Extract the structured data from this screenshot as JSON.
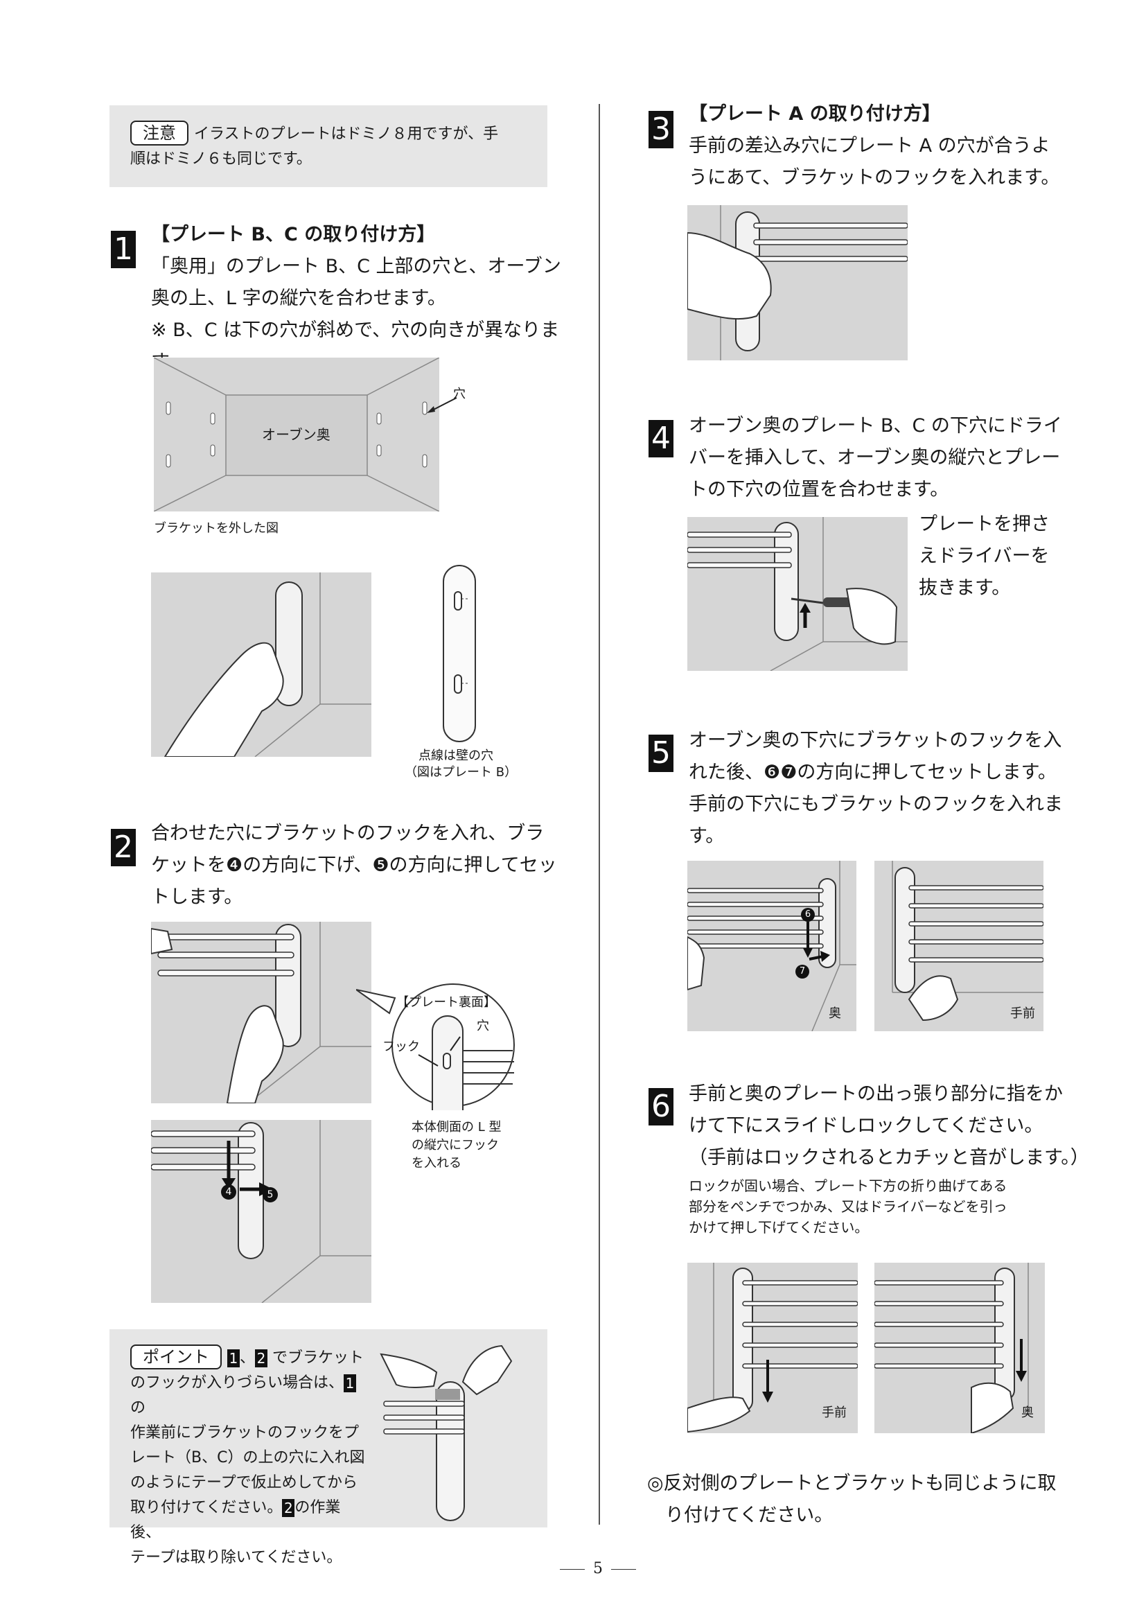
{
  "note": {
    "badge": "注意",
    "line1": "イラストのプレートはドミノ８用ですが、手",
    "line2": "順はドミノ６も同じです。"
  },
  "step1": {
    "num": "1",
    "title": "【プレート B、C の取り付け方】",
    "line1": "「奥用」のプレート B、C 上部の穴と、オーブン",
    "line2": "奥の上、L 字の縦穴を合わせます。",
    "line3": "※ B、C は下の穴が斜めで、穴の向きが異なります。",
    "oven_label": "オーブン奥",
    "hole_label": "穴",
    "caption": "ブラケットを外した図",
    "plate_caption1": "点線は壁の穴",
    "plate_caption2": "（図はプレート B）"
  },
  "step2": {
    "num": "2",
    "line1": "合わせた穴にブラケットのフックを入れ、ブラ",
    "line2": "ケットを❹の方向に下げ、❺の方向に押してセッ",
    "line3": "トします。",
    "bubble_title": "【プレート裏面】",
    "bubble_hole": "穴",
    "bubble_hook": "フック",
    "side_caption1": "本体側面の L 型",
    "side_caption2": "の縦穴にフック",
    "side_caption3": "を入れる",
    "arrow4": "4",
    "arrow5": "5"
  },
  "point": {
    "badge": "ポイント",
    "s1": "1",
    "s2": "2",
    "s3": "1",
    "s4": "2",
    "t1": "でブラケット",
    "t2": "のフックが入りづらい場合は、",
    "t3": "の",
    "t4": "作業前にブラケットのフックをプ",
    "t5": "レート（B、C）の上の穴に入れ図",
    "t6": "のようにテープで仮止めしてから",
    "t7": "取り付けてください。",
    "t8": "の作業後、",
    "t9": "テープは取り除いてください。"
  },
  "step3": {
    "num": "3",
    "title": "【プレート A の取り付け方】",
    "line1": "手前の差込み穴にプレート A の穴が合うよ",
    "line2": "うにあて、ブラケットのフックを入れます。"
  },
  "step4": {
    "num": "4",
    "line1": "オーブン奥のプレート B、C の下穴にドライ",
    "line2": "バーを挿入して、オーブン奥の縦穴とプレー",
    "line3": "トの下穴の位置を合わせます。",
    "side1": "プレートを押さ",
    "side2": "えドライバーを",
    "side3": "抜きます。"
  },
  "step5": {
    "num": "5",
    "line1": "オーブン奥の下穴にブラケットのフックを入",
    "line2": "れた後、❻❼の方向に押してセットします。",
    "line3": "手前の下穴にもブラケットのフックを入れま",
    "line4": "す。",
    "label_back": "奥",
    "label_front": "手前",
    "arrow6": "6",
    "arrow7": "7"
  },
  "step6": {
    "num": "6",
    "line1": "手前と奥のプレートの出っ張り部分に指をか",
    "line2": "けて下にスライドしロックしてください。",
    "line3": "（手前はロックされるとカチッと音がします。）",
    "small1": "ロックが固い場合、プレート下方の折り曲げてある",
    "small2": "部分をペンチでつかみ、又はドライバーなどを引っ",
    "small3": "かけて押し下げてください。",
    "label_front": "手前",
    "label_back": "奥"
  },
  "closing": {
    "line1": "◎反対側のプレートとブラケットも同じように取",
    "line2": "り付けてください。"
  },
  "page_number": "5"
}
